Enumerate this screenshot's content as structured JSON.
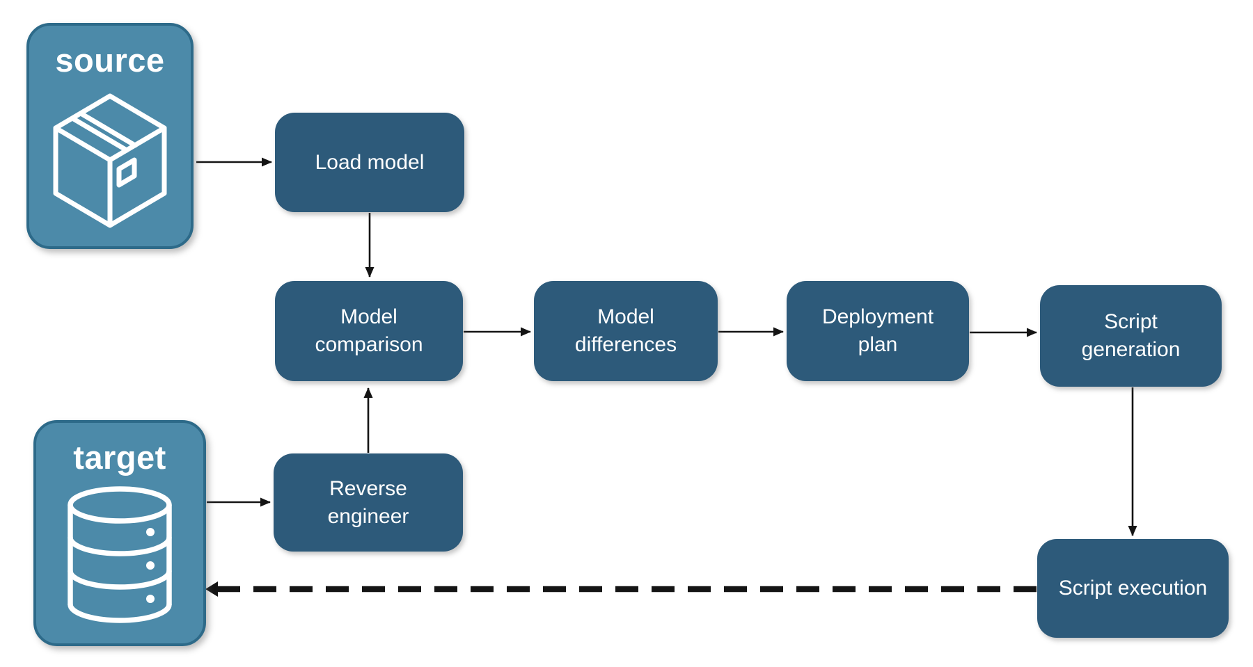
{
  "diagram": {
    "entities": [
      {
        "id": "source",
        "label": "source",
        "icon": "package-icon"
      },
      {
        "id": "target",
        "label": "target",
        "icon": "database-icon"
      }
    ],
    "nodes": [
      {
        "id": "load-model",
        "label": "Load model"
      },
      {
        "id": "model-comparison",
        "label": "Model comparison"
      },
      {
        "id": "model-differences",
        "label": "Model differences"
      },
      {
        "id": "deployment-plan",
        "label": "Deployment plan"
      },
      {
        "id": "script-generation",
        "label": "Script generation"
      },
      {
        "id": "reverse-engineer",
        "label": "Reverse engineer"
      },
      {
        "id": "script-execution",
        "label": "Script execution"
      }
    ],
    "edges": [
      {
        "from": "source",
        "to": "load-model",
        "style": "solid"
      },
      {
        "from": "load-model",
        "to": "model-comparison",
        "style": "solid"
      },
      {
        "from": "model-comparison",
        "to": "model-differences",
        "style": "solid"
      },
      {
        "from": "model-differences",
        "to": "deployment-plan",
        "style": "solid"
      },
      {
        "from": "deployment-plan",
        "to": "script-generation",
        "style": "solid"
      },
      {
        "from": "script-generation",
        "to": "script-execution",
        "style": "solid"
      },
      {
        "from": "reverse-engineer",
        "to": "model-comparison",
        "style": "solid"
      },
      {
        "from": "target",
        "to": "reverse-engineer",
        "style": "solid"
      },
      {
        "from": "script-execution",
        "to": "target",
        "style": "dashed"
      }
    ],
    "colors": {
      "node_fill": "#2D5A7A",
      "entity_fill": "#4C8AA9",
      "entity_border": "#2D6A89",
      "arrow": "#141414",
      "text": "#FFFFFF"
    }
  }
}
